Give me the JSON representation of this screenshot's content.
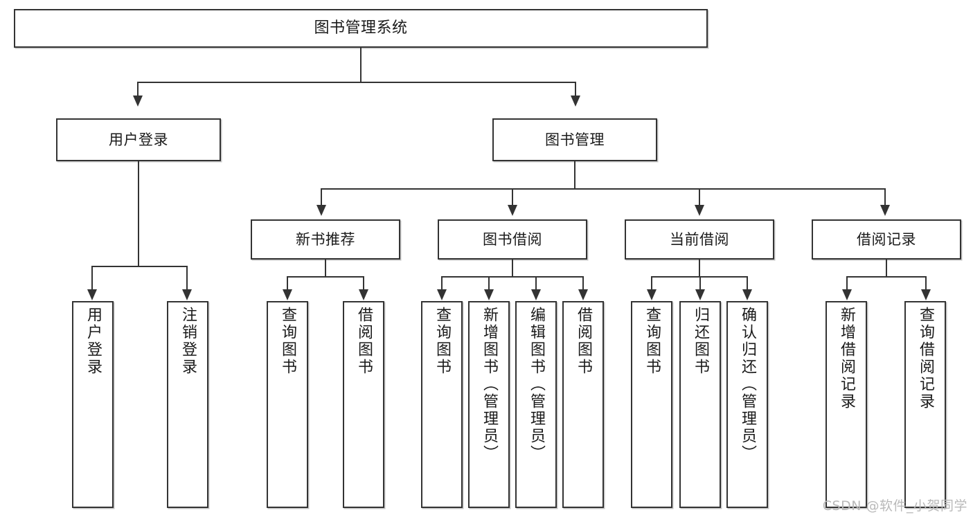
{
  "diagram": {
    "type": "tree-hierarchy-chart",
    "title": "图书管理系统",
    "watermark": "CSDN @软件_小贺同学",
    "colors": {
      "box_border": "#333333",
      "box_fill": "#ffffff",
      "line": "#333333",
      "text": "#1a1a1a",
      "watermark": "#b9b9b9"
    },
    "levels": {
      "level1": [
        {
          "id": "root",
          "label": "图书管理系统",
          "orientation": "horizontal"
        }
      ],
      "level2": [
        {
          "id": "user-login",
          "label": "用户登录",
          "orientation": "horizontal",
          "parent": "root"
        },
        {
          "id": "book-manage",
          "label": "图书管理",
          "orientation": "horizontal",
          "parent": "root"
        }
      ],
      "level3": [
        {
          "id": "new-book-rec",
          "label": "新书推荐",
          "orientation": "horizontal",
          "parent": "book-manage"
        },
        {
          "id": "book-borrow",
          "label": "图书借阅",
          "orientation": "horizontal",
          "parent": "book-manage"
        },
        {
          "id": "current-borrow",
          "label": "当前借阅",
          "orientation": "horizontal",
          "parent": "book-manage"
        },
        {
          "id": "borrow-record",
          "label": "借阅记录",
          "orientation": "horizontal",
          "parent": "book-manage"
        }
      ],
      "leaves": [
        {
          "id": "leaf-user-login",
          "label": "用户登录",
          "orientation": "vertical",
          "parent": "user-login"
        },
        {
          "id": "leaf-user-logout",
          "label": "注销登录",
          "orientation": "vertical",
          "parent": "user-login"
        },
        {
          "id": "leaf-rec-query",
          "label": "查询图书",
          "orientation": "vertical",
          "parent": "new-book-rec"
        },
        {
          "id": "leaf-rec-borrow",
          "label": "借阅图书",
          "orientation": "vertical",
          "parent": "new-book-rec"
        },
        {
          "id": "leaf-borrow-query",
          "label": "查询图书",
          "orientation": "vertical",
          "parent": "book-borrow"
        },
        {
          "id": "leaf-borrow-add",
          "label": "新增图书（管理员）",
          "orientation": "vertical",
          "parent": "book-borrow"
        },
        {
          "id": "leaf-borrow-edit",
          "label": "编辑图书（管理员）",
          "orientation": "vertical",
          "parent": "book-borrow"
        },
        {
          "id": "leaf-borrow-lend",
          "label": "借阅图书",
          "orientation": "vertical",
          "parent": "book-borrow"
        },
        {
          "id": "leaf-current-query",
          "label": "查询图书",
          "orientation": "vertical",
          "parent": "current-borrow"
        },
        {
          "id": "leaf-current-return",
          "label": "归还图书",
          "orientation": "vertical",
          "parent": "current-borrow"
        },
        {
          "id": "leaf-current-confirm",
          "label": "确认归还（管理员）",
          "orientation": "vertical",
          "parent": "current-borrow"
        },
        {
          "id": "leaf-record-add",
          "label": "新增借阅记录",
          "orientation": "vertical",
          "parent": "borrow-record"
        },
        {
          "id": "leaf-record-query",
          "label": "查询借阅记录",
          "orientation": "vertical",
          "parent": "borrow-record"
        }
      ]
    }
  }
}
